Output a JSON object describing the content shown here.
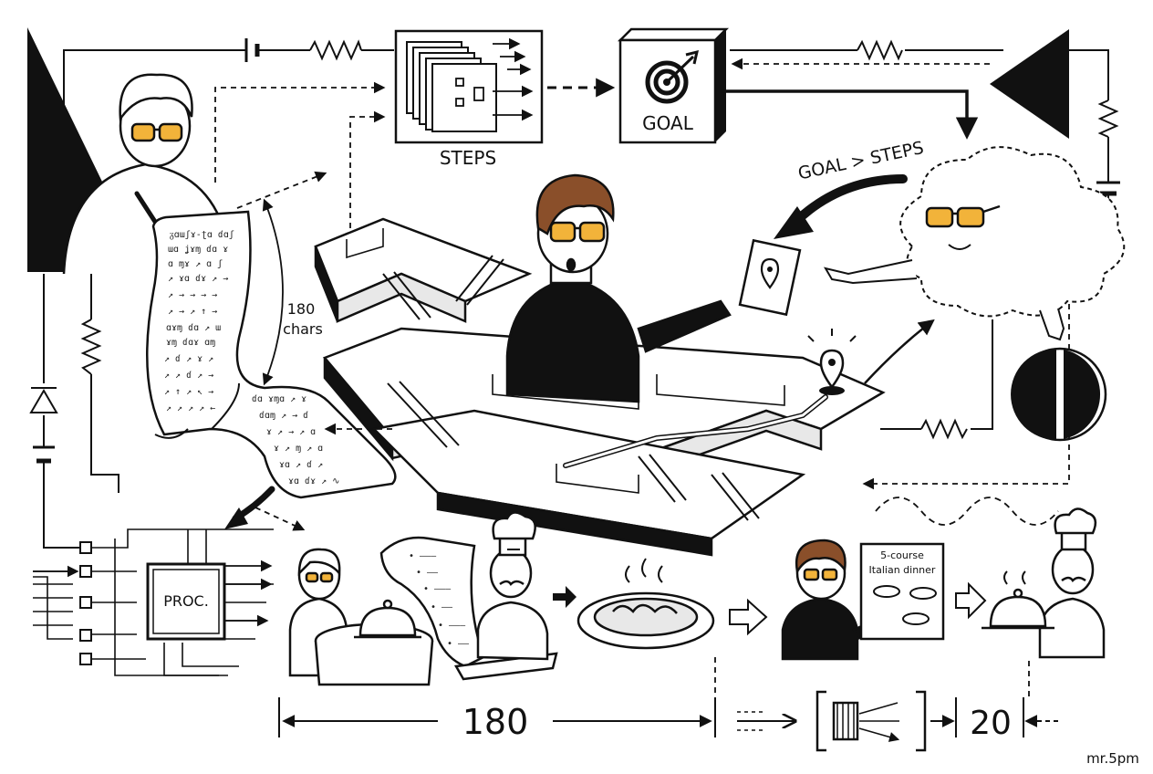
{
  "colors": {
    "ink": "#111111",
    "lens": "#f2b33a",
    "hair": "#8a4f2a",
    "paper": "#ffffff",
    "shade": "#e8e8e8"
  },
  "labels": {
    "steps": "STEPS",
    "goal": "GOAL",
    "goal_gt_steps": "GOAL > STEPS",
    "chars_count": "180",
    "chars_unit": "chars",
    "processor": "PROC.",
    "menu_line1": "5-course",
    "menu_line2": "Italian dinner",
    "length_long": "180",
    "length_short": "20",
    "signature": "mr.5pm"
  },
  "icons": [
    "target-icon",
    "map-pin-icon",
    "cloud-character-icon",
    "chef-hat-icon",
    "serving-cloche-icon",
    "escalator-icon",
    "processor-chip-icon",
    "resistor-icon",
    "battery-icon",
    "diode-icon"
  ]
}
